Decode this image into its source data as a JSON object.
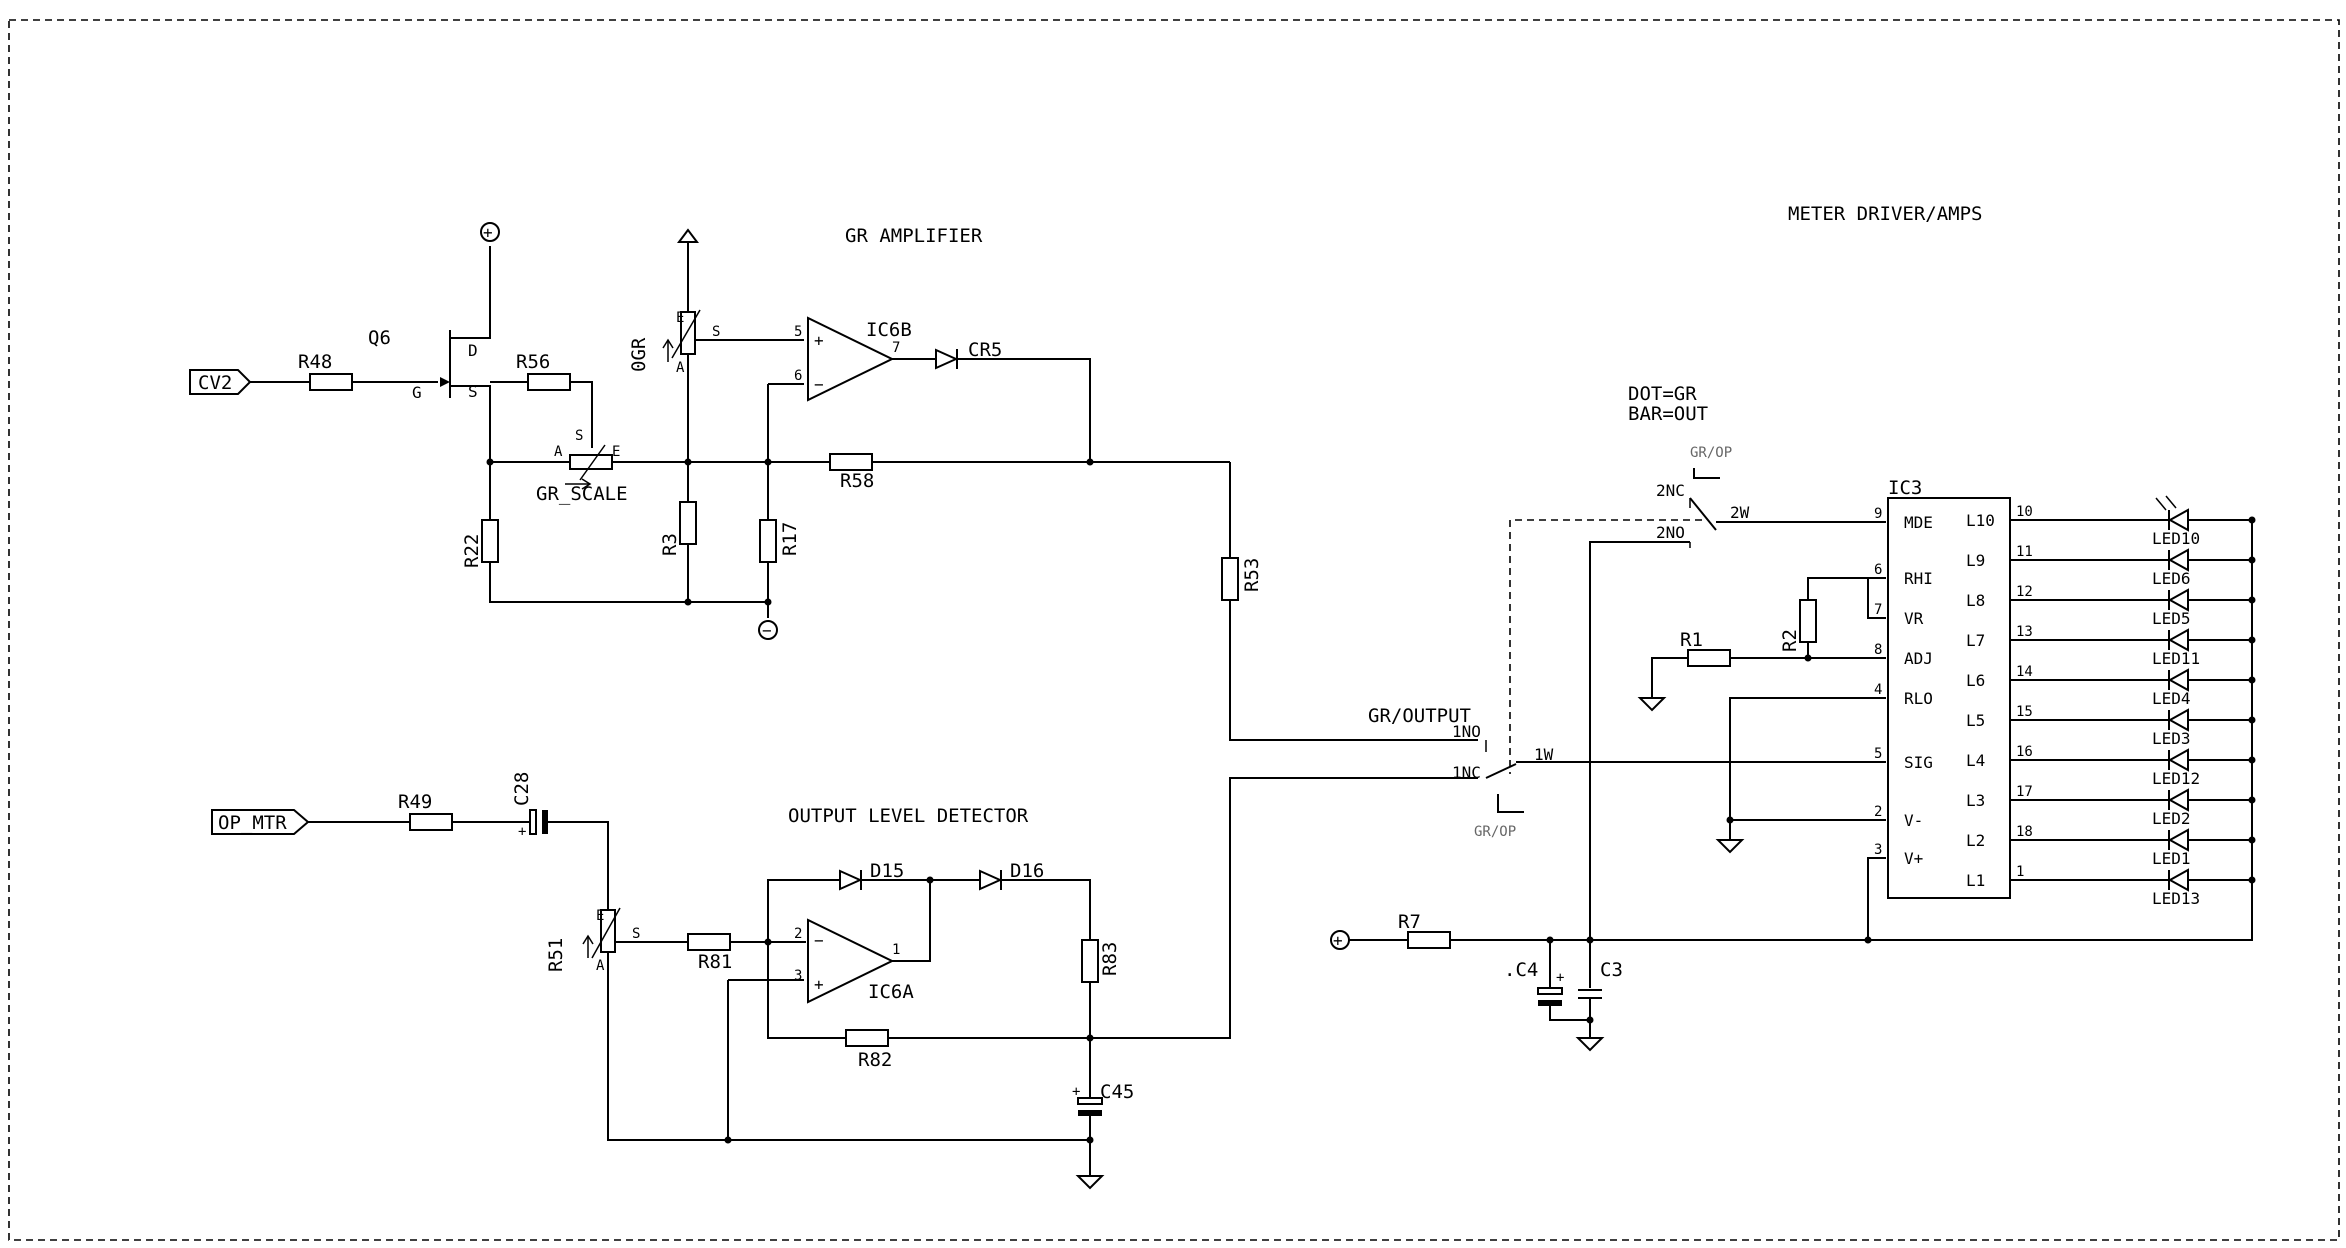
{
  "sections": {
    "gr_amplifier": "GR AMPLIFIER",
    "meter_driver": "METER DRIVER/AMPS",
    "output_level_detector": "OUTPUT LEVEL DETECTOR"
  },
  "notes": {
    "dot": "DOT=GR",
    "bar": "BAR=OUT",
    "gr_output": "GR/OUTPUT"
  },
  "ports": {
    "cv2": "CV2",
    "op_mtr": "OP_MTR"
  },
  "components": {
    "q6": "Q6",
    "r48": "R48",
    "r56": "R56",
    "gr_scale": "GR_SCALE",
    "r22": "R22",
    "r3": "R3",
    "r17": "R17",
    "r58": "R58",
    "ogr": "0GR",
    "ic6b": "IC6B",
    "cr5": "CR5",
    "r53": "R53",
    "r49": "R49",
    "c28": "C28",
    "r51": "R51",
    "r81": "R81",
    "ic6a": "IC6A",
    "d15": "D15",
    "d16": "D16",
    "r83": "R83",
    "r82": "R82",
    "c45": "C45",
    "ic3": "IC3",
    "r1": "R1",
    "r2": "R2",
    "r7": "R7",
    "c4": ".C4",
    "c3": "C3"
  },
  "pins": {
    "g": "G",
    "d": "D",
    "s": "S",
    "a": "A",
    "e": "E",
    "n5": "5",
    "n6": "6",
    "n7": "7",
    "n2": "2",
    "n3": "3",
    "n1": "1",
    "plus": "+",
    "minus": "−"
  },
  "switch": {
    "upper_label": "GR/OP",
    "lower_label": "GR/OP",
    "nc2": "2NC",
    "no2": "2NO",
    "w2": "2W",
    "no1": "1NO",
    "nc1": "1NC",
    "w1": "1W"
  },
  "ic3_left_pins": [
    {
      "num": "9",
      "name": "MDE"
    },
    {
      "num": "6",
      "name": "RHI"
    },
    {
      "num": "7",
      "name": "VR"
    },
    {
      "num": "8",
      "name": "ADJ"
    },
    {
      "num": "4",
      "name": "RLO"
    },
    {
      "num": "5",
      "name": "SIG"
    },
    {
      "num": "2",
      "name": "V-"
    },
    {
      "num": "3",
      "name": "V+"
    }
  ],
  "ic3_right_pins": [
    {
      "num": "10",
      "name": "L10"
    },
    {
      "num": "11",
      "name": "L9"
    },
    {
      "num": "12",
      "name": "L8"
    },
    {
      "num": "13",
      "name": "L7"
    },
    {
      "num": "14",
      "name": "L6"
    },
    {
      "num": "15",
      "name": "L5"
    },
    {
      "num": "16",
      "name": "L4"
    },
    {
      "num": "17",
      "name": "L3"
    },
    {
      "num": "18",
      "name": "L2"
    },
    {
      "num": "1",
      "name": "L1"
    }
  ],
  "leds": [
    "LED10",
    "LED6",
    "LED5",
    "LED11",
    "LED4",
    "LED3",
    "LED12",
    "LED2",
    "LED1",
    "LED13"
  ]
}
